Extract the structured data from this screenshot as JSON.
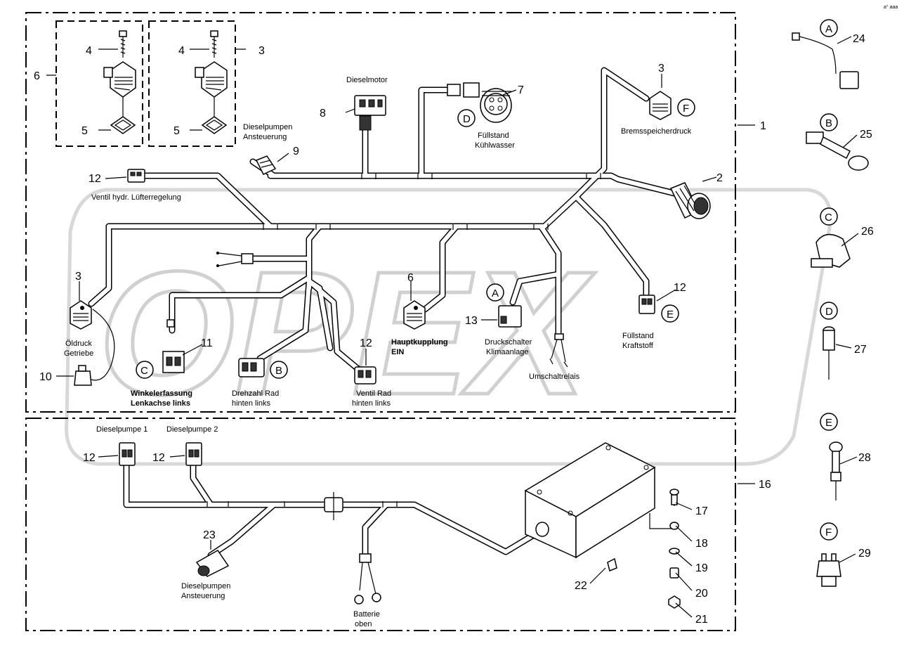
{
  "header": {
    "corner_text": "a° aaa"
  },
  "numbers": {
    "n1": "1",
    "n2": "2",
    "n3a": "3",
    "n3b": "3",
    "n3c": "3",
    "n4a": "4",
    "n4b": "4",
    "n5a": "5",
    "n5b": "5",
    "n6a": "6",
    "n6b": "6",
    "n7": "7",
    "n8": "8",
    "n9": "9",
    "n10": "10",
    "n11": "11",
    "n12a": "12",
    "n12b": "12",
    "n12c": "12",
    "n12d": "12",
    "n12e": "12",
    "n13": "13",
    "n16": "16",
    "n17": "17",
    "n18": "18",
    "n19": "19",
    "n20": "20",
    "n21": "21",
    "n22": "22",
    "n23": "23",
    "n24": "24",
    "n25": "25",
    "n26": "26",
    "n27": "27",
    "n28": "28",
    "n29": "29"
  },
  "letters": {
    "A1": "A",
    "A2": "A",
    "B1": "B",
    "B2": "B",
    "C1": "C",
    "C2": "C",
    "D1": "D",
    "D2": "D",
    "E1": "E",
    "E2": "E",
    "F1": "F",
    "F2": "F"
  },
  "labels": {
    "dieselmotor": "Dieselmotor",
    "dieselpumpen_1": "Dieselpumpen",
    "dieselpumpen_2": "Ansteuerung",
    "fuellstand_kw_1": "Füllstand",
    "fuellstand_kw_2": "Kühlwasser",
    "bremsspeicher": "Bremsspeicherdruck",
    "ventil_luefter": "Ventil hydr. Lüfterregelung",
    "oeldruck_1": "Öldruck",
    "oeldruck_2": "Getriebe",
    "winkel_1": "Winkelerfassung",
    "winkel_2": "Lenkachse links",
    "drehzahl_1": "Drehzahl Rad",
    "drehzahl_2": "hinten links",
    "ventil_rad_1": "Ventil Rad",
    "ventil_rad_2": "hinten links",
    "hauptkupplung_1": "Hauptkupplung",
    "hauptkupplung_2": "EIN",
    "druckschalter_1": "Druckschalter",
    "druckschalter_2": "Klimaanlage",
    "umschaltrelais": "Umschaltrelais",
    "fuellstand_ks_1": "Füllstand",
    "fuellstand_ks_2": "Kraftstoff",
    "dieselpumpe1": "Dieselpumpe 1",
    "dieselpumpe2": "Dieselpumpe 2",
    "dp_ansteuerung_1": "Dieselpumpen",
    "dp_ansteuerung_2": "Ansteuerung",
    "batterie_1": "Batterie",
    "batterie_2": "oben"
  },
  "watermark": {
    "text": "OPEX"
  }
}
